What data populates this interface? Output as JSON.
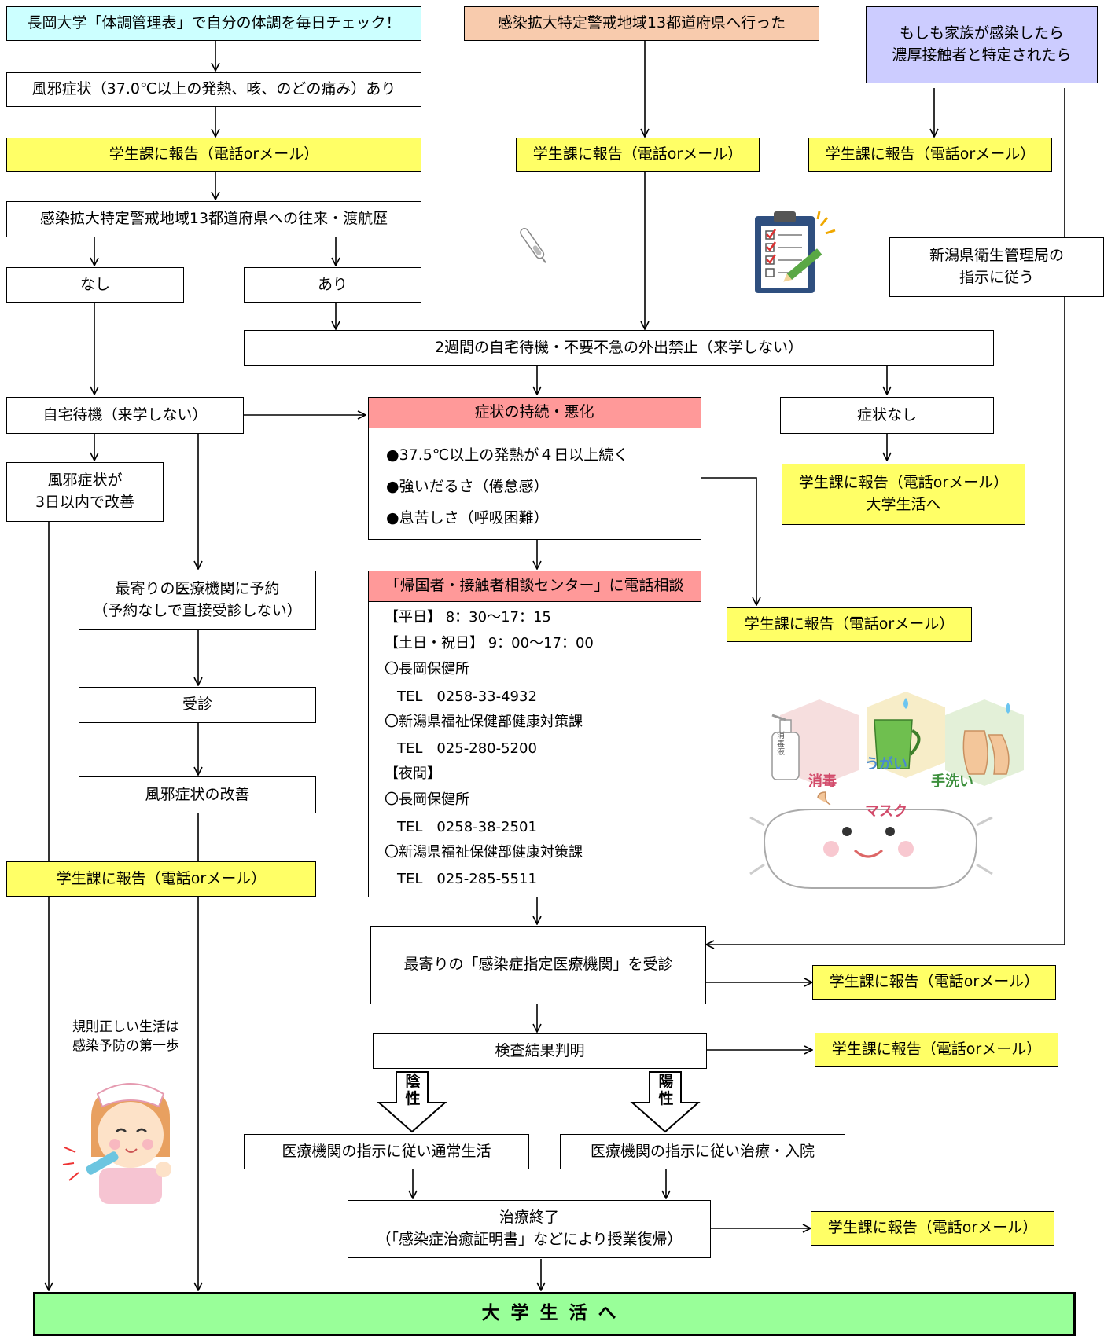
{
  "colors": {
    "yellow": "#ffff66",
    "cyan": "#ccffff",
    "peach": "#f8cbad",
    "lavender": "#ccccff",
    "pink": "#ff9999",
    "green": "#99ff99"
  },
  "top": {
    "daily_check": "長岡大学「体調管理表」で自分の体調を毎日チェック！",
    "visited_area": "感染拡大特定警戒地域13都道府県へ行った",
    "family_infected": "もしも家族が感染したら\n濃厚接触者と特定されたら"
  },
  "left": {
    "cold_symptoms": "風邪症状（37.0℃以上の発熱、咳、のどの痛み）あり",
    "travel_history": "感染拡大特定警戒地域13都道府県への往来・渡航歴",
    "none": "なし",
    "yes": "あり",
    "home_wait": "自宅待機（来学しない）",
    "improved_3days": "風邪症状が\n3日以内で改善",
    "reserve_clinic": "最寄りの医療機関に予約\n（予約なしで直接受診しない）",
    "consult": "受診",
    "improved": "風邪症状の改善"
  },
  "report": "学生課に報告（電話orメール）",
  "report_campus": "学生課に報告（電話orメール）\n大学生活へ",
  "health_bureau": "新潟県衛生管理局の\n指示に従う",
  "two_weeks": "2週間の自宅待機・不要不急の外出禁止（来学しない）",
  "no_symptoms": "症状なし",
  "worsening": {
    "title": "症状の持続・悪化",
    "items": [
      "●37.5℃以上の発熱が４日以上続く",
      "●強いだるさ（倦怠感）",
      "●息苦しさ（呼吸困難）"
    ]
  },
  "center": {
    "title": "「帰国者・接触者相談センター」に電話相談",
    "lines": [
      "【平日】 8：30～17：15",
      "【土日・祝日】 9：00～17：00",
      "〇長岡保健所",
      "TEL　0258-33-4932",
      "〇新潟県福祉保健部健康対策課",
      "TEL　025-280-5200",
      "【夜間】",
      "〇長岡保健所",
      "TEL　0258-38-2501",
      "〇新潟県福祉保健部健康対策課",
      "TEL　025-285-5511"
    ]
  },
  "designated_hospital": "最寄りの「感染症指定医療機関」を受診",
  "test_result": "検査結果判明",
  "negative_label": "陰\n性",
  "positive_label": "陽\n性",
  "normal_life": "医療機関の指示に従い通常生活",
  "treatment": "医療機関の指示に従い治療・入院",
  "treatment_end": "治療終了\n（「感染症治癒証明書」などにより授業復帰）",
  "campus_life": "大学生活へ",
  "nurse_note": "規則正しい生活は\n感染予防の第一歩",
  "prevention_labels": {
    "disinfect": "消毒",
    "gargle": "うがい",
    "handwash": "手洗い",
    "mask": "マスク",
    "bottle": "消\n毒\n液"
  }
}
